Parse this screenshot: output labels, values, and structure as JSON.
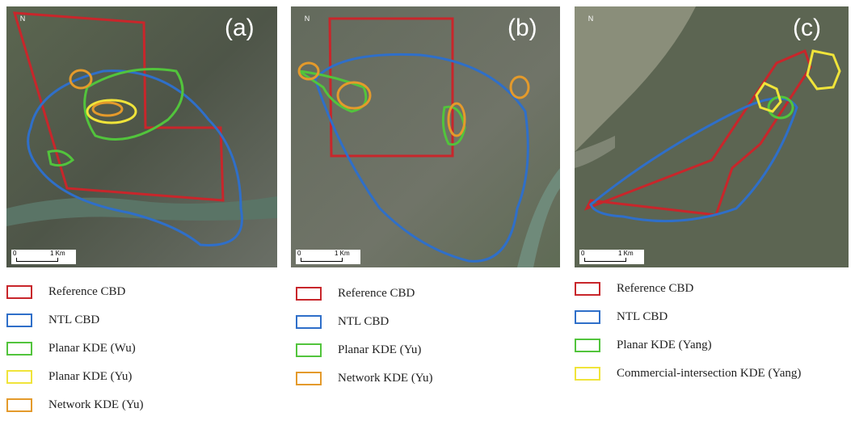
{
  "panels": [
    {
      "label": "(a)",
      "north": "N",
      "scale": {
        "start": "0",
        "end": "1 Km"
      },
      "legend": [
        {
          "label": "Reference CBD",
          "color": "#c8262b"
        },
        {
          "label": "NTL CBD",
          "color": "#2f6fc9"
        },
        {
          "label": "Planar KDE (Wu)",
          "color": "#52c43c"
        },
        {
          "label": "Planar KDE (Yu)",
          "color": "#f0e43a"
        },
        {
          "label": "Network KDE (Yu)",
          "color": "#e49a2b"
        }
      ]
    },
    {
      "label": "(b)",
      "north": "N",
      "scale": {
        "start": "0",
        "end": "1 Km"
      },
      "legend": [
        {
          "label": "Reference CBD",
          "color": "#c8262b"
        },
        {
          "label": "NTL CBD",
          "color": "#2f6fc9"
        },
        {
          "label": "Planar KDE (Yu)",
          "color": "#52c43c"
        },
        {
          "label": "Network KDE (Yu)",
          "color": "#e49a2b"
        }
      ]
    },
    {
      "label": "(c)",
      "north": "N",
      "scale": {
        "start": "0",
        "end": "1 Km"
      },
      "legend": [
        {
          "label": "Reference CBD",
          "color": "#c8262b"
        },
        {
          "label": "NTL CBD",
          "color": "#2f6fc9"
        },
        {
          "label": "Planar KDE (Yang)",
          "color": "#52c43c"
        },
        {
          "label": "Commercial-intersection KDE (Yang)",
          "color": "#f0e43a"
        }
      ]
    }
  ]
}
